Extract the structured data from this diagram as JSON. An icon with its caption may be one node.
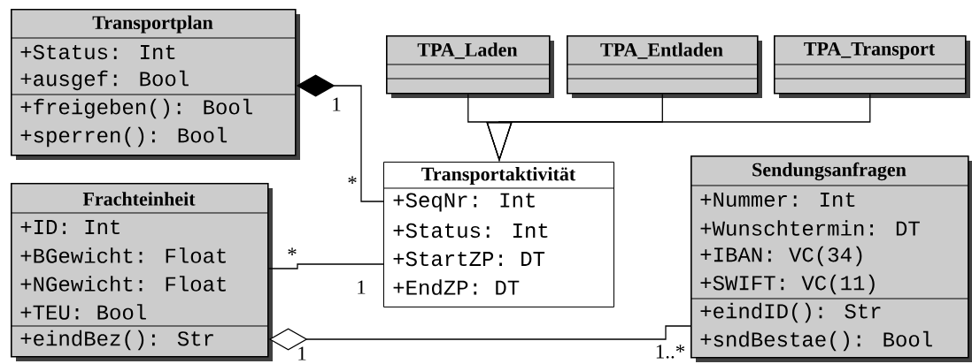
{
  "diagram": {
    "nodes": [
      {
        "text": [
          "Transportplan",
          "+Status: Int",
          "+ausgef: Bool",
          "+freigeben(): Bool",
          "+sperren(): Bool"
        ]
      },
      {
        "text": [
          "TPA_Laden"
        ]
      },
      {
        "text": [
          "TPA_Entladen"
        ]
      },
      {
        "text": [
          "TPA_Transport"
        ]
      },
      {
        "text": [
          "Transportaktivität",
          "+SeqNr: Int",
          "+Status: Int",
          "+StartZP: DT",
          "+EndZP: DT"
        ]
      },
      {
        "text": [
          "Frachteinheit",
          "+ID: Int",
          "+BGewicht: Float",
          "+NGewicht: Float",
          "+TEU: Bool",
          "+eindBez(): Str"
        ]
      },
      {
        "text": [
          "Sendungsanfragen",
          "+Nummer: Int",
          "+Wunschtermin: DT",
          "+IBAN: VC(34)",
          "+SWIFT: VC(11)",
          "+eindID(): Str",
          "+sndBestae(): Bool"
        ]
      }
    ],
    "edges": [
      {
        "from": 0,
        "to": 4,
        "arrow": "other"
      },
      {
        "from": 1,
        "to": 4,
        "arrow": "to"
      },
      {
        "from": 2,
        "to": 4,
        "arrow": "to"
      },
      {
        "from": 3,
        "to": 4,
        "arrow": "to"
      },
      {
        "from": 5,
        "to": 4,
        "arrow": "none"
      },
      {
        "from": 5,
        "to": 6,
        "arrow": "other"
      }
    ],
    "labels": [
      "1",
      "*",
      "*",
      "1",
      "1",
      "1..*"
    ]
  }
}
